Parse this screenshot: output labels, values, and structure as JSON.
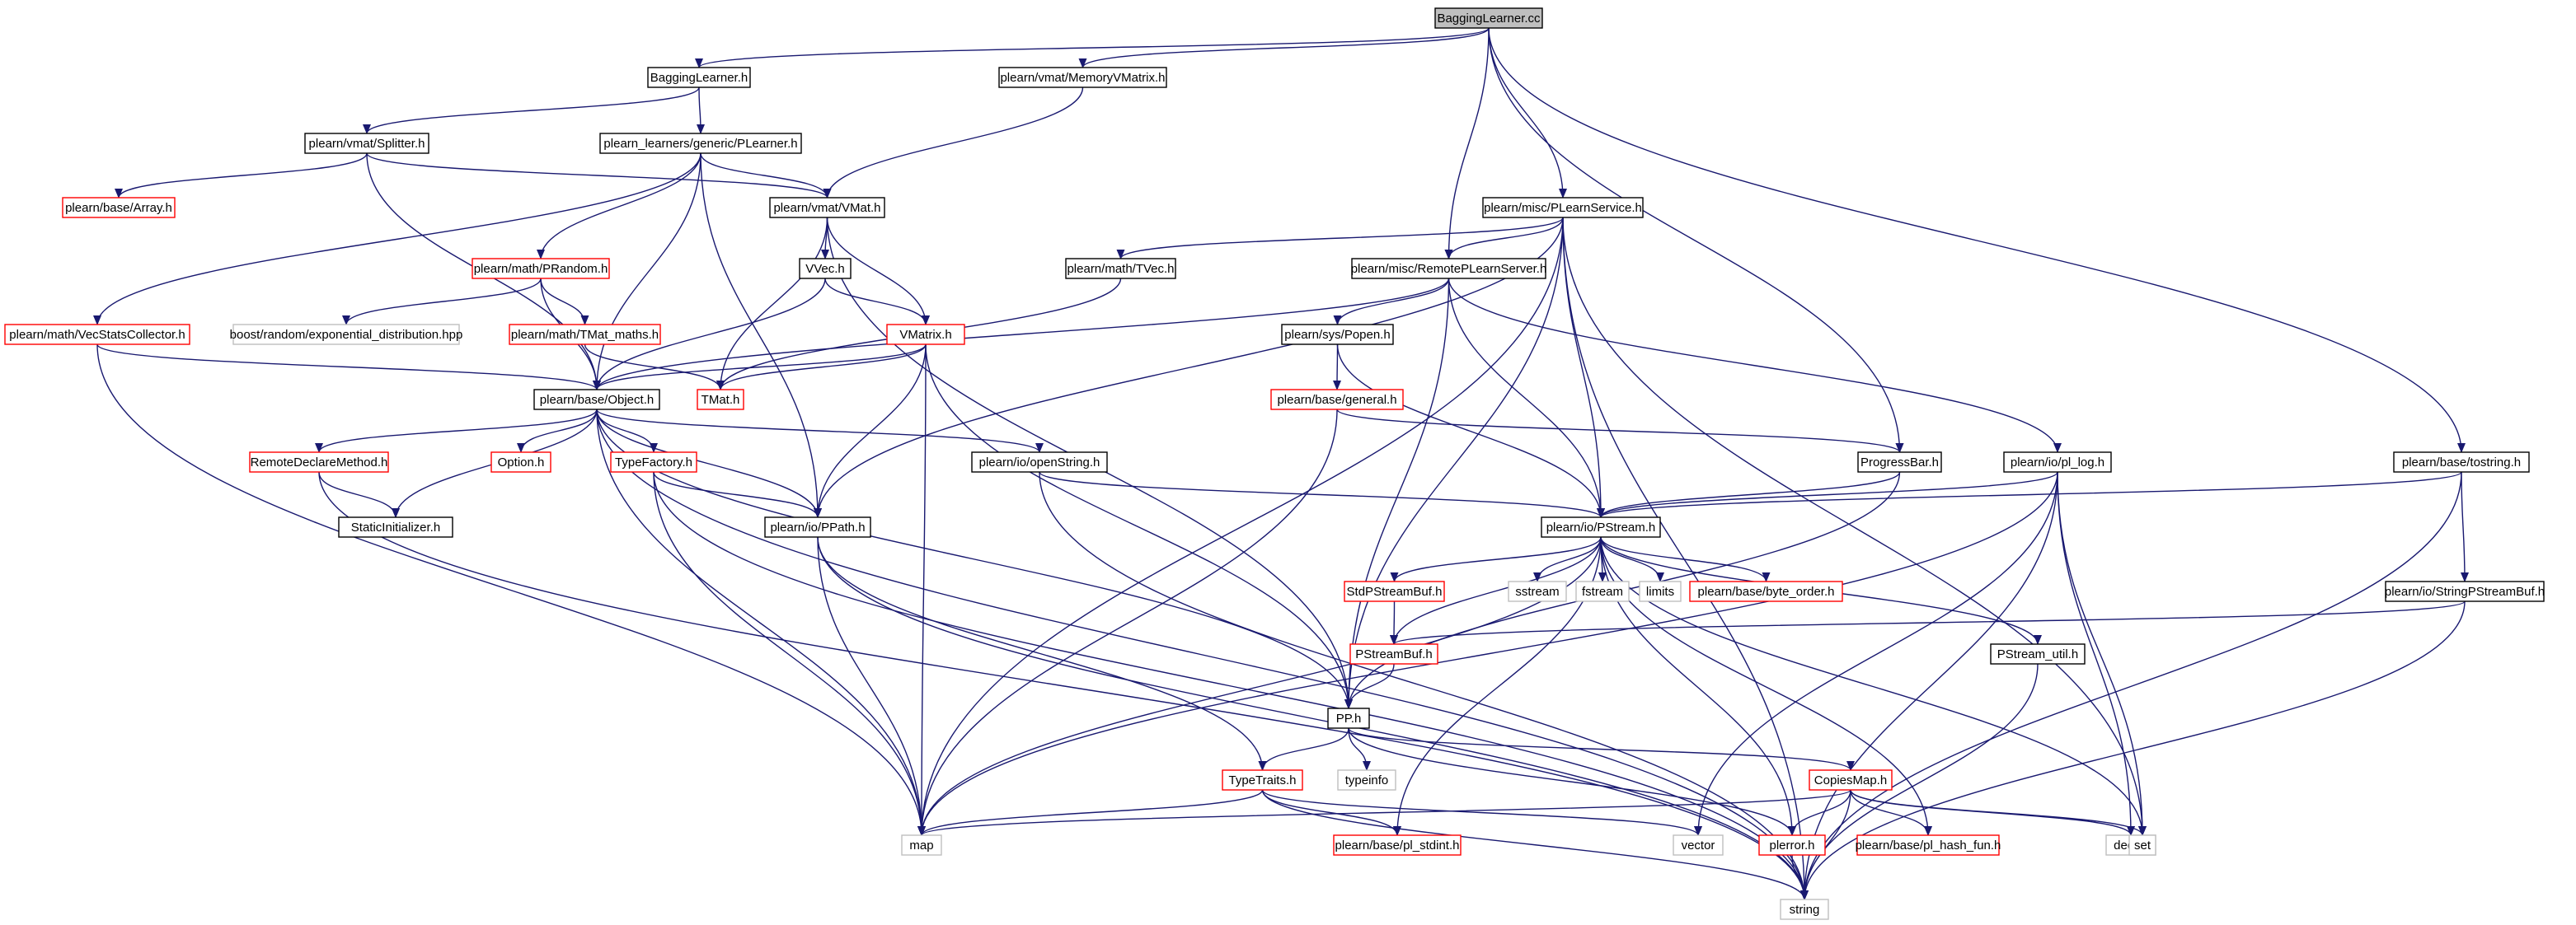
{
  "diagram": {
    "type": "include-dependency-graph",
    "colors": {
      "edge": "#191970",
      "border_default": "#000000",
      "border_incomplete": "#ff0000",
      "border_system": "#bfbfbf",
      "fill_root": "#bfbfbf",
      "fill_default": "#ffffff",
      "text_default": "#000000",
      "text_system": "#000000"
    },
    "nodes": [
      {
        "id": "BaggingLearner_cc",
        "label": "BaggingLearner.cc",
        "kind": "root"
      },
      {
        "id": "BaggingLearner_h",
        "label": "BaggingLearner.h",
        "kind": "normal"
      },
      {
        "id": "MemoryVMatrix_h",
        "label": "plearn/vmat/MemoryVMatrix.h",
        "kind": "normal"
      },
      {
        "id": "Splitter_h",
        "label": "plearn/vmat/Splitter.h",
        "kind": "normal"
      },
      {
        "id": "PLearner_h",
        "label": "plearn_learners/generic/PLearner.h",
        "kind": "normal"
      },
      {
        "id": "Array_h",
        "label": "plearn/base/Array.h",
        "kind": "incomplete"
      },
      {
        "id": "VMat_h",
        "label": "plearn/vmat/VMat.h",
        "kind": "normal"
      },
      {
        "id": "PLearnService_h",
        "label": "plearn/misc/PLearnService.h",
        "kind": "normal"
      },
      {
        "id": "PRandom_h",
        "label": "plearn/math/PRandom.h",
        "kind": "incomplete"
      },
      {
        "id": "VVec_h",
        "label": "VVec.h",
        "kind": "normal"
      },
      {
        "id": "TVec_h",
        "label": "plearn/math/TVec.h",
        "kind": "normal"
      },
      {
        "id": "RemotePLearnServer_h",
        "label": "plearn/misc/RemotePLearnServer.h",
        "kind": "normal"
      },
      {
        "id": "VecStatsCollector_h",
        "label": "plearn/math/VecStatsCollector.h",
        "kind": "incomplete"
      },
      {
        "id": "exponential_distribution_hpp",
        "label": "boost/random/exponential_distribution.hpp",
        "kind": "system"
      },
      {
        "id": "TMat_maths_h",
        "label": "plearn/math/TMat_maths.h",
        "kind": "incomplete"
      },
      {
        "id": "VMatrix_h",
        "label": "VMatrix.h",
        "kind": "incomplete"
      },
      {
        "id": "Popen_h",
        "label": "plearn/sys/Popen.h",
        "kind": "normal"
      },
      {
        "id": "Object_h",
        "label": "plearn/base/Object.h",
        "kind": "normal"
      },
      {
        "id": "TMat_h",
        "label": "TMat.h",
        "kind": "incomplete"
      },
      {
        "id": "general_h",
        "label": "plearn/base/general.h",
        "kind": "incomplete"
      },
      {
        "id": "RemoteDeclareMethod_h",
        "label": "RemoteDeclareMethod.h",
        "kind": "incomplete"
      },
      {
        "id": "Option_h",
        "label": "Option.h",
        "kind": "incomplete"
      },
      {
        "id": "TypeFactory_h",
        "label": "TypeFactory.h",
        "kind": "incomplete"
      },
      {
        "id": "openString_h",
        "label": "plearn/io/openString.h",
        "kind": "normal"
      },
      {
        "id": "ProgressBar_h",
        "label": "ProgressBar.h",
        "kind": "normal"
      },
      {
        "id": "pl_log_h",
        "label": "plearn/io/pl_log.h",
        "kind": "normal"
      },
      {
        "id": "tostring_h",
        "label": "plearn/base/tostring.h",
        "kind": "normal"
      },
      {
        "id": "StaticInitializer_h",
        "label": "StaticInitializer.h",
        "kind": "normal"
      },
      {
        "id": "PPath_h",
        "label": "plearn/io/PPath.h",
        "kind": "normal"
      },
      {
        "id": "PStream_h",
        "label": "plearn/io/PStream.h",
        "kind": "normal"
      },
      {
        "id": "StdPStreamBuf_h",
        "label": "StdPStreamBuf.h",
        "kind": "incomplete"
      },
      {
        "id": "sstream",
        "label": "sstream",
        "kind": "system"
      },
      {
        "id": "fstream",
        "label": "fstream",
        "kind": "system"
      },
      {
        "id": "limits",
        "label": "limits",
        "kind": "system"
      },
      {
        "id": "byte_order_h",
        "label": "plearn/base/byte_order.h",
        "kind": "incomplete"
      },
      {
        "id": "StringPStreamBuf_h",
        "label": "plearn/io/StringPStreamBuf.h",
        "kind": "normal"
      },
      {
        "id": "PStreamBuf_h",
        "label": "PStreamBuf.h",
        "kind": "incomplete"
      },
      {
        "id": "PStream_util_h",
        "label": "PStream_util.h",
        "kind": "normal"
      },
      {
        "id": "PP_h",
        "label": "PP.h",
        "kind": "normal"
      },
      {
        "id": "typeinfo",
        "label": "typeinfo",
        "kind": "system"
      },
      {
        "id": "TypeTraits_h",
        "label": "TypeTraits.h",
        "kind": "incomplete"
      },
      {
        "id": "CopiesMap_h",
        "label": "CopiesMap.h",
        "kind": "incomplete"
      },
      {
        "id": "map",
        "label": "map",
        "kind": "system"
      },
      {
        "id": "pl_stdint_h",
        "label": "plearn/base/pl_stdint.h",
        "kind": "incomplete"
      },
      {
        "id": "vector",
        "label": "vector",
        "kind": "system"
      },
      {
        "id": "plerror_h",
        "label": "plerror.h",
        "kind": "incomplete"
      },
      {
        "id": "pl_hash_fun_h",
        "label": "plearn/base/pl_hash_fun.h",
        "kind": "incomplete"
      },
      {
        "id": "deque",
        "label": "deque",
        "kind": "system"
      },
      {
        "id": "set",
        "label": "set",
        "kind": "system"
      },
      {
        "id": "string",
        "label": "string",
        "kind": "system"
      }
    ],
    "edges": [
      [
        "BaggingLearner_cc",
        "BaggingLearner_h"
      ],
      [
        "BaggingLearner_cc",
        "MemoryVMatrix_h"
      ],
      [
        "BaggingLearner_cc",
        "PLearnService_h"
      ],
      [
        "BaggingLearner_cc",
        "RemotePLearnServer_h"
      ],
      [
        "BaggingLearner_cc",
        "ProgressBar_h"
      ],
      [
        "BaggingLearner_cc",
        "tostring_h"
      ],
      [
        "BaggingLearner_h",
        "Splitter_h"
      ],
      [
        "BaggingLearner_h",
        "PLearner_h"
      ],
      [
        "MemoryVMatrix_h",
        "VMat_h"
      ],
      [
        "Splitter_h",
        "Array_h"
      ],
      [
        "Splitter_h",
        "VMat_h"
      ],
      [
        "Splitter_h",
        "Object_h"
      ],
      [
        "PLearner_h",
        "VMat_h"
      ],
      [
        "PLearner_h",
        "PRandom_h"
      ],
      [
        "PLearner_h",
        "VecStatsCollector_h"
      ],
      [
        "PLearner_h",
        "Object_h"
      ],
      [
        "PLearner_h",
        "PPath_h"
      ],
      [
        "VMat_h",
        "VVec_h"
      ],
      [
        "VMat_h",
        "VMatrix_h"
      ],
      [
        "VMat_h",
        "TMat_h"
      ],
      [
        "VMat_h",
        "PP_h"
      ],
      [
        "PLearnService_h",
        "TVec_h"
      ],
      [
        "PLearnService_h",
        "RemotePLearnServer_h"
      ],
      [
        "PLearnService_h",
        "PStream_h"
      ],
      [
        "PLearnService_h",
        "PPath_h"
      ],
      [
        "PLearnService_h",
        "map"
      ],
      [
        "PLearnService_h",
        "PP_h"
      ],
      [
        "PLearnService_h",
        "set"
      ],
      [
        "PLearnService_h",
        "string"
      ],
      [
        "PRandom_h",
        "exponential_distribution_hpp"
      ],
      [
        "PRandom_h",
        "TMat_maths_h"
      ],
      [
        "PRandom_h",
        "Object_h"
      ],
      [
        "VVec_h",
        "VMatrix_h"
      ],
      [
        "VVec_h",
        "Object_h"
      ],
      [
        "TVec_h",
        "TMat_h"
      ],
      [
        "RemotePLearnServer_h",
        "Popen_h"
      ],
      [
        "RemotePLearnServer_h",
        "pl_log_h"
      ],
      [
        "RemotePLearnServer_h",
        "PStream_h"
      ],
      [
        "RemotePLearnServer_h",
        "Object_h"
      ],
      [
        "RemotePLearnServer_h",
        "PP_h"
      ],
      [
        "VecStatsCollector_h",
        "Object_h"
      ],
      [
        "VecStatsCollector_h",
        "map"
      ],
      [
        "TMat_maths_h",
        "TMat_h"
      ],
      [
        "VMatrix_h",
        "Object_h"
      ],
      [
        "VMatrix_h",
        "TMat_h"
      ],
      [
        "VMatrix_h",
        "PPath_h"
      ],
      [
        "VMatrix_h",
        "PP_h"
      ],
      [
        "VMatrix_h",
        "map"
      ],
      [
        "Popen_h",
        "general_h"
      ],
      [
        "Popen_h",
        "PStream_h"
      ],
      [
        "general_h",
        "ProgressBar_h"
      ],
      [
        "general_h",
        "map"
      ],
      [
        "Object_h",
        "RemoteDeclareMethod_h"
      ],
      [
        "Object_h",
        "Option_h"
      ],
      [
        "Object_h",
        "TypeFactory_h"
      ],
      [
        "Object_h",
        "openString_h"
      ],
      [
        "Object_h",
        "StaticInitializer_h"
      ],
      [
        "Object_h",
        "PPath_h"
      ],
      [
        "Object_h",
        "PP_h"
      ],
      [
        "Object_h",
        "map"
      ],
      [
        "Object_h",
        "string"
      ],
      [
        "RemoteDeclareMethod_h",
        "StaticInitializer_h"
      ],
      [
        "RemoteDeclareMethod_h",
        "string"
      ],
      [
        "TypeFactory_h",
        "PPath_h"
      ],
      [
        "TypeFactory_h",
        "map"
      ],
      [
        "TypeFactory_h",
        "string"
      ],
      [
        "openString_h",
        "PStream_h"
      ],
      [
        "openString_h",
        "string"
      ],
      [
        "ProgressBar_h",
        "PStream_h"
      ],
      [
        "ProgressBar_h",
        "PP_h"
      ],
      [
        "pl_log_h",
        "PStream_h"
      ],
      [
        "pl_log_h",
        "map"
      ],
      [
        "pl_log_h",
        "vector"
      ],
      [
        "pl_log_h",
        "deque"
      ],
      [
        "pl_log_h",
        "set"
      ],
      [
        "pl_log_h",
        "string"
      ],
      [
        "tostring_h",
        "PStream_h"
      ],
      [
        "tostring_h",
        "StringPStreamBuf_h"
      ],
      [
        "tostring_h",
        "string"
      ],
      [
        "PPath_h",
        "TypeTraits_h"
      ],
      [
        "PPath_h",
        "map"
      ],
      [
        "PPath_h",
        "string"
      ],
      [
        "PStream_h",
        "StdPStreamBuf_h"
      ],
      [
        "PStream_h",
        "sstream"
      ],
      [
        "PStream_h",
        "fstream"
      ],
      [
        "PStream_h",
        "limits"
      ],
      [
        "PStream_h",
        "byte_order_h"
      ],
      [
        "PStream_h",
        "PStreamBuf_h"
      ],
      [
        "PStream_h",
        "PStream_util_h"
      ],
      [
        "PStream_h",
        "pl_stdint_h"
      ],
      [
        "PStream_h",
        "plerror_h"
      ],
      [
        "PStream_h",
        "pl_hash_fun_h"
      ],
      [
        "PStream_h",
        "map"
      ],
      [
        "PStream_h",
        "set"
      ],
      [
        "StdPStreamBuf_h",
        "PStreamBuf_h"
      ],
      [
        "StringPStreamBuf_h",
        "PStreamBuf_h"
      ],
      [
        "StringPStreamBuf_h",
        "string"
      ],
      [
        "PStreamBuf_h",
        "PP_h"
      ],
      [
        "PStream_util_h",
        "string"
      ],
      [
        "PP_h",
        "typeinfo"
      ],
      [
        "PP_h",
        "TypeTraits_h"
      ],
      [
        "PP_h",
        "CopiesMap_h"
      ],
      [
        "PP_h",
        "plerror_h"
      ],
      [
        "TypeTraits_h",
        "map"
      ],
      [
        "TypeTraits_h",
        "pl_stdint_h"
      ],
      [
        "TypeTraits_h",
        "vector"
      ],
      [
        "TypeTraits_h",
        "string"
      ],
      [
        "CopiesMap_h",
        "map"
      ],
      [
        "CopiesMap_h",
        "plerror_h"
      ],
      [
        "CopiesMap_h",
        "pl_hash_fun_h"
      ],
      [
        "CopiesMap_h",
        "deque"
      ],
      [
        "CopiesMap_h",
        "set"
      ],
      [
        "CopiesMap_h",
        "string"
      ],
      [
        "plerror_h",
        "string"
      ]
    ]
  }
}
